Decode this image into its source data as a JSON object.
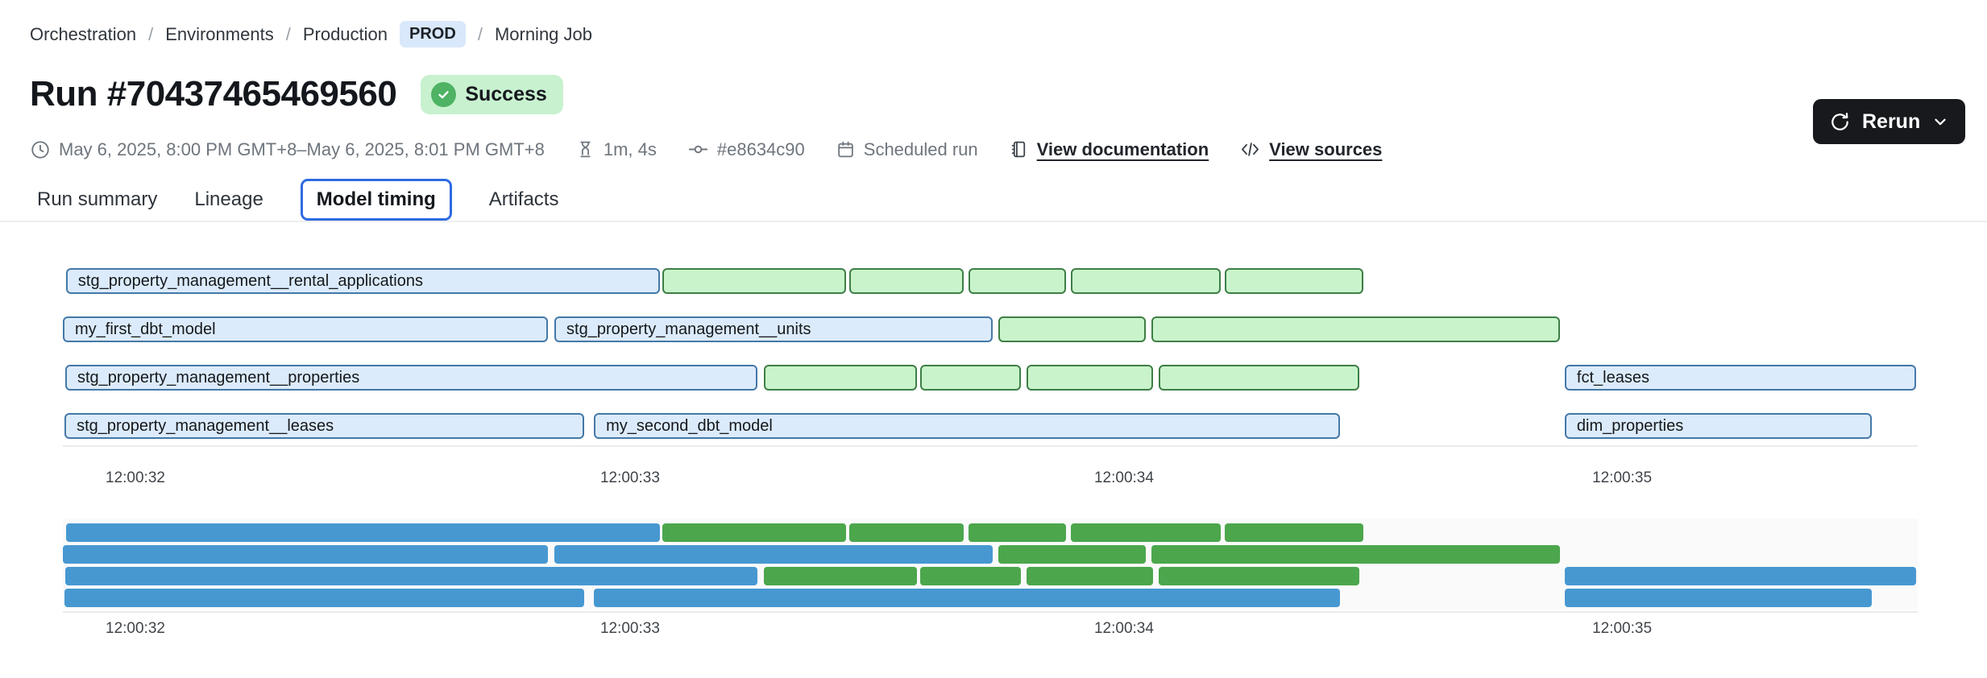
{
  "breadcrumb": {
    "items": [
      "Orchestration",
      "Environments",
      "Production",
      "Morning Job"
    ],
    "separator": "/",
    "env_badge": "PROD"
  },
  "header": {
    "title": "Run #70437465469560",
    "status": "Success",
    "rerun_label": "Rerun"
  },
  "meta": {
    "time_range": "May 6, 2025, 8:00 PM GMT+8–May 6, 2025, 8:01 PM GMT+8",
    "duration": "1m, 4s",
    "commit": "#e8634c90",
    "trigger": "Scheduled run",
    "docs_link": "View documentation",
    "sources_link": "View sources"
  },
  "tabs": [
    {
      "label": "Run summary",
      "active": false
    },
    {
      "label": "Lineage",
      "active": false
    },
    {
      "label": "Model timing",
      "active": true
    },
    {
      "label": "Artifacts",
      "active": false
    }
  ],
  "chart_data": {
    "type": "gantt",
    "title": "Model timing",
    "time_unit": "seconds after 12:00:00",
    "x_range_s": [
      31.85,
      35.6
    ],
    "colors": {
      "model_fill": "#dcebfb",
      "model_border": "#4478a8",
      "green_fill": "#c9f4cb",
      "green_border": "#3e7e46",
      "mini_blue": "#4798d1",
      "mini_green": "#4ca64c"
    },
    "ticks": [
      {
        "label": "12:00:32",
        "pos_pct": 3.91
      },
      {
        "label": "12:00:33",
        "pos_pct": 30.58
      },
      {
        "label": "12:00:34",
        "pos_pct": 57.21
      },
      {
        "label": "12:00:35",
        "pos_pct": 84.06
      }
    ],
    "rows": [
      [
        {
          "label": "stg_property_management__rental_applications",
          "kind": "blue",
          "start_s": 31.86,
          "end_s": 33.06,
          "left_pct": 0.17,
          "width_pct": 32.02
        },
        {
          "label": "",
          "kind": "green",
          "start_s": 33.07,
          "end_s": 33.44,
          "left_pct": 32.32,
          "width_pct": 9.9
        },
        {
          "label": "",
          "kind": "green",
          "start_s": 33.44,
          "end_s": 33.68,
          "left_pct": 42.4,
          "width_pct": 6.17
        },
        {
          "label": "",
          "kind": "green",
          "start_s": 33.68,
          "end_s": 33.88,
          "left_pct": 48.83,
          "width_pct": 5.26
        },
        {
          "label": "",
          "kind": "green",
          "start_s": 33.89,
          "end_s": 34.2,
          "left_pct": 54.34,
          "width_pct": 8.08
        },
        {
          "label": "",
          "kind": "green",
          "start_s": 34.2,
          "end_s": 34.48,
          "left_pct": 62.64,
          "width_pct": 7.47
        }
      ],
      [
        {
          "label": "my_first_dbt_model",
          "kind": "blue",
          "start_s": 31.85,
          "end_s": 32.83,
          "left_pct": 0.0,
          "width_pct": 26.15
        },
        {
          "label": "stg_property_management__units",
          "kind": "blue",
          "start_s": 32.85,
          "end_s": 33.73,
          "left_pct": 26.5,
          "width_pct": 23.63
        },
        {
          "label": "",
          "kind": "green",
          "start_s": 33.75,
          "end_s": 34.04,
          "left_pct": 50.43,
          "width_pct": 7.95
        },
        {
          "label": "",
          "kind": "green",
          "start_s": 34.05,
          "end_s": 34.88,
          "left_pct": 58.69,
          "width_pct": 22.02
        }
      ],
      [
        {
          "label": "stg_property_management__properties",
          "kind": "blue",
          "start_s": 31.86,
          "end_s": 33.26,
          "left_pct": 0.13,
          "width_pct": 37.32
        },
        {
          "label": "",
          "kind": "green",
          "start_s": 33.27,
          "end_s": 33.58,
          "left_pct": 37.79,
          "width_pct": 8.25
        },
        {
          "label": "",
          "kind": "green",
          "start_s": 33.59,
          "end_s": 33.79,
          "left_pct": 46.22,
          "width_pct": 5.43
        },
        {
          "label": "",
          "kind": "green",
          "start_s": 33.8,
          "end_s": 34.06,
          "left_pct": 51.95,
          "width_pct": 6.82
        },
        {
          "label": "",
          "kind": "green",
          "start_s": 34.07,
          "end_s": 34.48,
          "left_pct": 59.08,
          "width_pct": 10.82
        },
        {
          "label": "fct_leases",
          "kind": "blue",
          "start_s": 34.89,
          "end_s": 35.6,
          "left_pct": 80.97,
          "width_pct": 18.94
        }
      ],
      [
        {
          "label": "stg_property_management__leases",
          "kind": "blue",
          "start_s": 31.86,
          "end_s": 32.91,
          "left_pct": 0.09,
          "width_pct": 28.02
        },
        {
          "label": "my_second_dbt_model",
          "kind": "blue",
          "start_s": 32.93,
          "end_s": 34.44,
          "left_pct": 28.63,
          "width_pct": 40.23
        },
        {
          "label": "dim_properties",
          "kind": "blue",
          "start_s": 34.89,
          "end_s": 35.51,
          "left_pct": 80.97,
          "width_pct": 16.55
        }
      ]
    ]
  }
}
